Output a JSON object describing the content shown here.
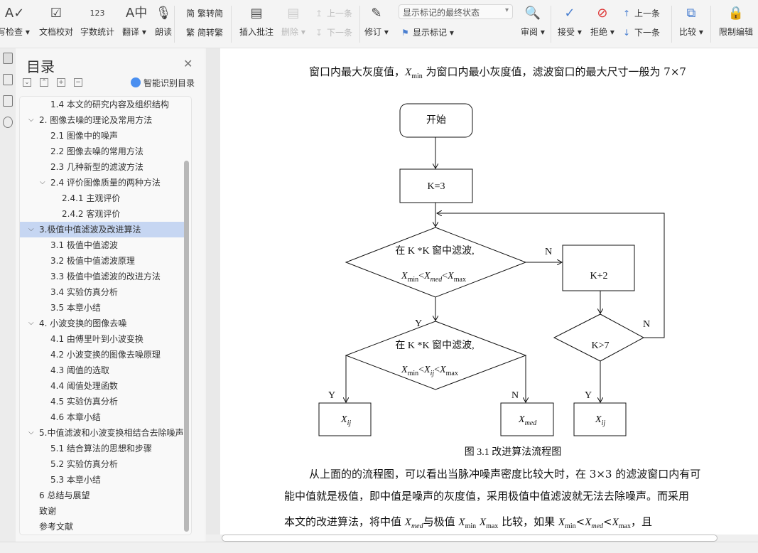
{
  "toolbar": {
    "spell_check": "写检查",
    "proofread": "文档校对",
    "word_count": "字数统计",
    "translate": "翻译",
    "read_aloud": "朗读",
    "trad_to_simp": "繁转简",
    "simp_to_trad": "简转繁",
    "insert_comment": "插入批注",
    "delete": "删除",
    "prev_comment": "上一条",
    "next_comment": "下一条",
    "revise": "修订",
    "markup_select": "显示标记的最终状态",
    "show_markup": "显示标记",
    "review": "审阅",
    "accept": "接受",
    "reject": "拒绝",
    "prev_change": "上一条",
    "next_change": "下一条",
    "compare": "比较",
    "restrict_edit": "限制编辑"
  },
  "sidebar": {
    "title": "目录",
    "smart_toc": "智能识别目录",
    "items": [
      {
        "label": "1.4  本文的研究内容及组织结构",
        "level": 2
      },
      {
        "label": "2.  图像去噪的理论及常用方法",
        "level": 1,
        "expanded": true
      },
      {
        "label": "2.1 图像中的噪声",
        "level": 2
      },
      {
        "label": "2.2  图像去噪的常用方法",
        "level": 2
      },
      {
        "label": "2.3 几种新型的滤波方法",
        "level": 2
      },
      {
        "label": "2.4  评价图像质量的两种方法",
        "level": 2,
        "expanded": true
      },
      {
        "label": "2.4.1 主观评价",
        "level": 3
      },
      {
        "label": "2.4.2 客观评价",
        "level": 3
      },
      {
        "label": "3.极值中值滤波及改进算法",
        "level": 1,
        "expanded": true,
        "selected": true
      },
      {
        "label": "3.1 极值中值滤波",
        "level": 2
      },
      {
        "label": "3.2 极值中值滤波原理",
        "level": 2
      },
      {
        "label": "3.3 极值中值滤波的改进方法",
        "level": 2
      },
      {
        "label": "3.4 实验仿真分析",
        "level": 2
      },
      {
        "label": "3.5 本章小结",
        "level": 2
      },
      {
        "label": "4.  小波变换的图像去噪",
        "level": 1,
        "expanded": true
      },
      {
        "label": "4.1 由傅里叶到小波变换",
        "level": 2
      },
      {
        "label": "4.2 小波变换的图像去噪原理",
        "level": 2
      },
      {
        "label": "4.3 阈值的选取",
        "level": 2
      },
      {
        "label": "4.4 阈值处理函数",
        "level": 2
      },
      {
        "label": "4.5  实验仿真分析",
        "level": 2
      },
      {
        "label": "4.6 本章小结",
        "level": 2
      },
      {
        "label": "5.中值滤波和小波变换相结合去除噪声",
        "level": 1,
        "expanded": true
      },
      {
        "label": "5.1 结合算法的思想和步骤",
        "level": 2
      },
      {
        "label": "5.2 实验仿真分析",
        "level": 2
      },
      {
        "label": "5.3 本章小结",
        "level": 2
      },
      {
        "label": "6 总结与展望",
        "level": 1
      },
      {
        "label": "致谢",
        "level": 1
      },
      {
        "label": "参考文献",
        "level": 1
      }
    ]
  },
  "document": {
    "line1_a": "窗口内最大灰度值，",
    "line1_x": "X",
    "line1_sub": "min",
    "line1_b": " 为窗口内最小灰度值，滤波窗口的最大尺寸一般为 7×7",
    "flow": {
      "start": "开始",
      "k3": "K=3",
      "filter": "在 K *K  窗中滤波,",
      "k2": "K+2",
      "k7": "K>7",
      "X": "X",
      "min": "min",
      "max": "max",
      "med": "med",
      "ij": "ij",
      "lt": "<",
      "Y": "Y",
      "N": "N"
    },
    "caption": "图 3.1 改进算法流程图",
    "p1": "从上面的的流程图，可以看出当脉冲噪声密度比较大时，在 3×3 的滤波窗口内有可",
    "p2": "能中值就是极值，即中值是噪声的灰度值，采用极值中值滤波就无法去除噪声。而采用",
    "p3_a": "本文的改进算法，将中值 ",
    "p3_b": "与极值 ",
    "p3_c": "比较，如果 ",
    "p3_d": "，且"
  }
}
